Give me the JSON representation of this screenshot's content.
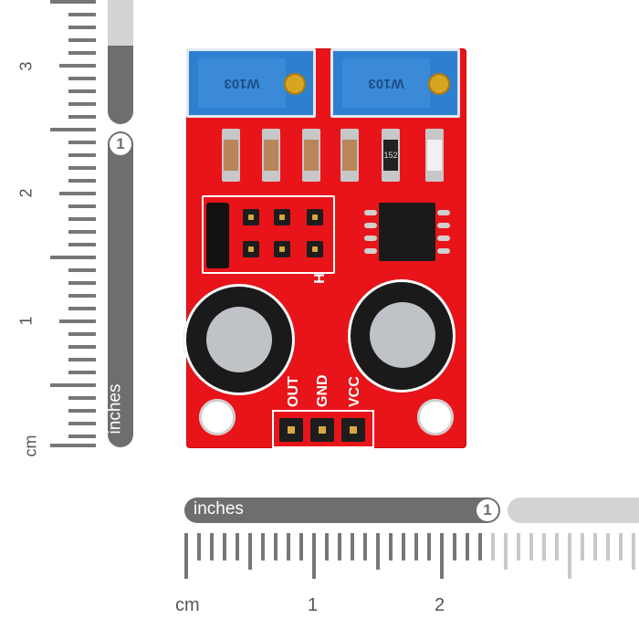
{
  "vertical_ruler": {
    "inch_label": "inches",
    "inch_badge": "1",
    "cm_unit": "cm",
    "cm_numbers": [
      "3",
      "2",
      "1"
    ]
  },
  "horizontal_ruler": {
    "inch_label": "inches",
    "inch_badge": "1",
    "cm_unit": "cm",
    "cm_numbers": [
      "1",
      "2"
    ]
  },
  "board": {
    "pot_left_text": "W103",
    "pot_right_text": "W103",
    "resistor_code": "152",
    "header_label": "H",
    "pin_labels": [
      "OUT",
      "GND",
      "VCC"
    ],
    "colors": {
      "pcb": "#e8141a",
      "pot": "#2f7fd0",
      "ruler": "#6e6e6e"
    }
  }
}
